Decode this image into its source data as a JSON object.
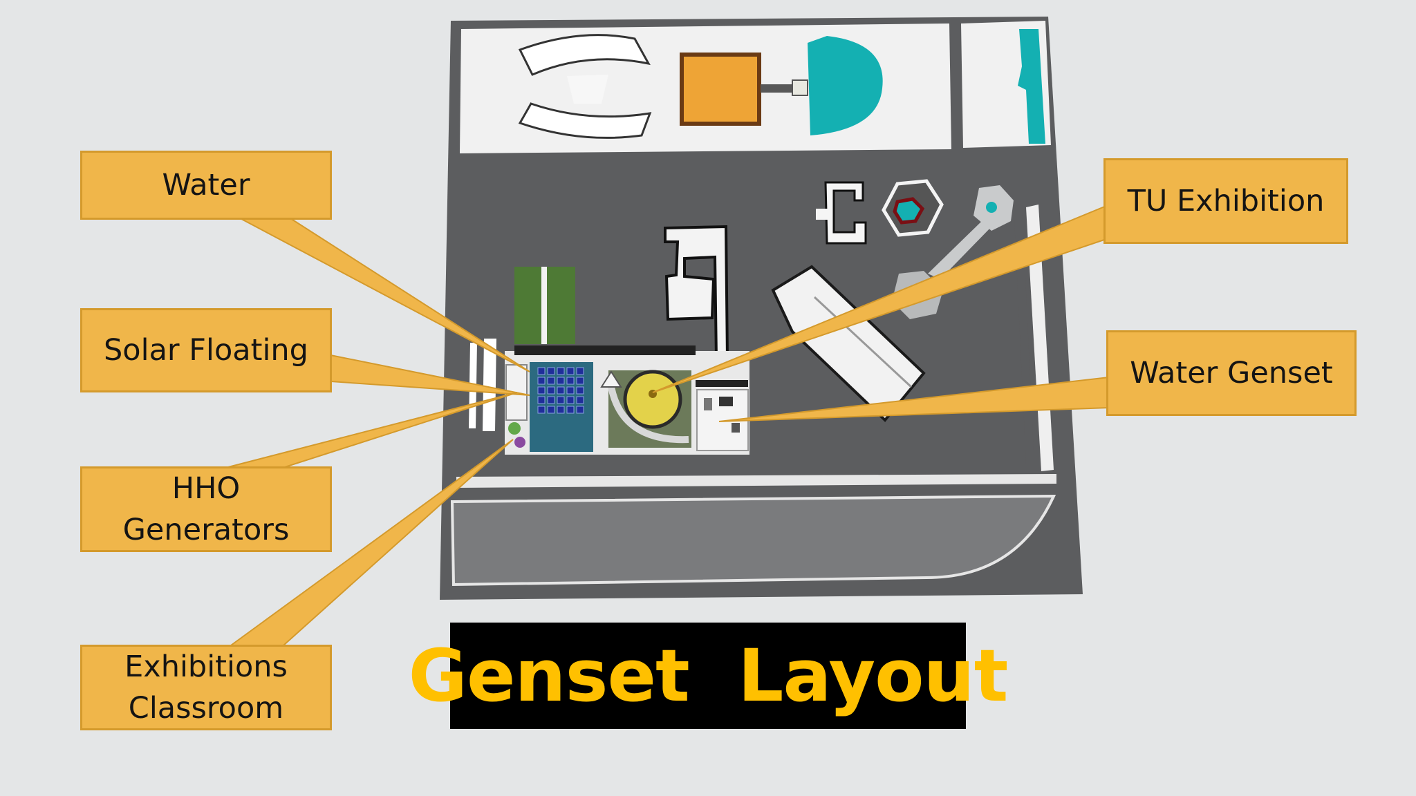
{
  "title": "Genset  Layout",
  "callouts": {
    "water": "Water",
    "solar_floating": "Solar Floating",
    "hho_generators": "HHO\nGenerators",
    "exhibitions_classroom": "Exhibitions\nClassroom",
    "tu_exhibition": "TU Exhibition",
    "water_genset": "Water Genset"
  },
  "colors": {
    "callout_fill": "#f0b64a",
    "title_text": "#ffc000",
    "title_background": "#000000",
    "site_floor": "#58595b",
    "accent_teal": "#14b0b2"
  }
}
